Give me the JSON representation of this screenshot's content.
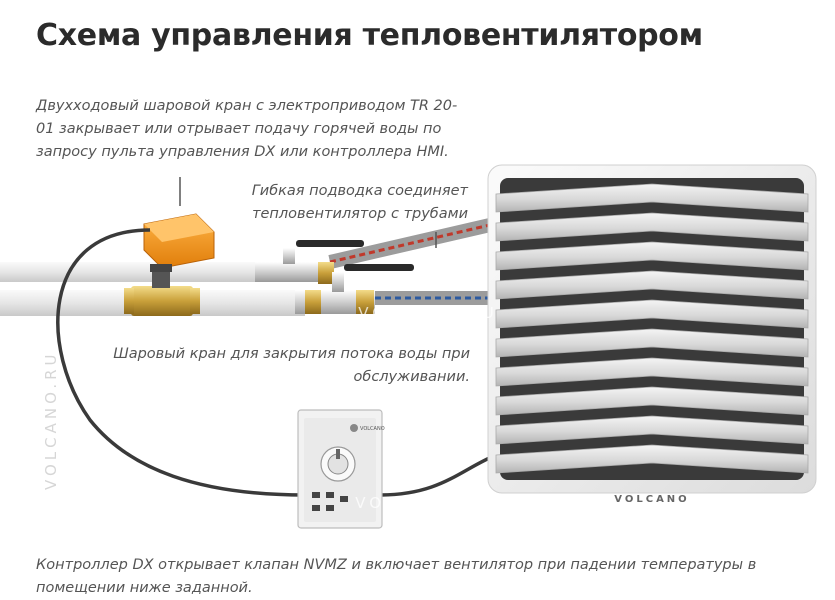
{
  "title": "Схема управления тепловентилятором",
  "captions": {
    "valve": "Двухходовый шаровой кран с электроприводом TR 20-01 закрывает или отрывает подачу горячей воды по запросу пульта управления DX или контроллера HMI.",
    "hose": "Гибкая подводка соединяет тепловентилятор с трубами",
    "ball_valve": "Шаровый кран для закрытия потока воды при обслуживании.",
    "controller": "Контроллер DX открывает клапан NVMZ и включает вентилятор при падении температуры в помещении ниже заданной."
  },
  "watermark": "VOLCANO.RU",
  "heater_brand": "VOLCANO",
  "controller_logo": "VOLCANO",
  "colors": {
    "actuator": "#f39a1e",
    "brass": "#c9a03a",
    "hose_red": "#c0392b",
    "hose_blue": "#2c5aa0",
    "cable": "#3a3a3a"
  }
}
